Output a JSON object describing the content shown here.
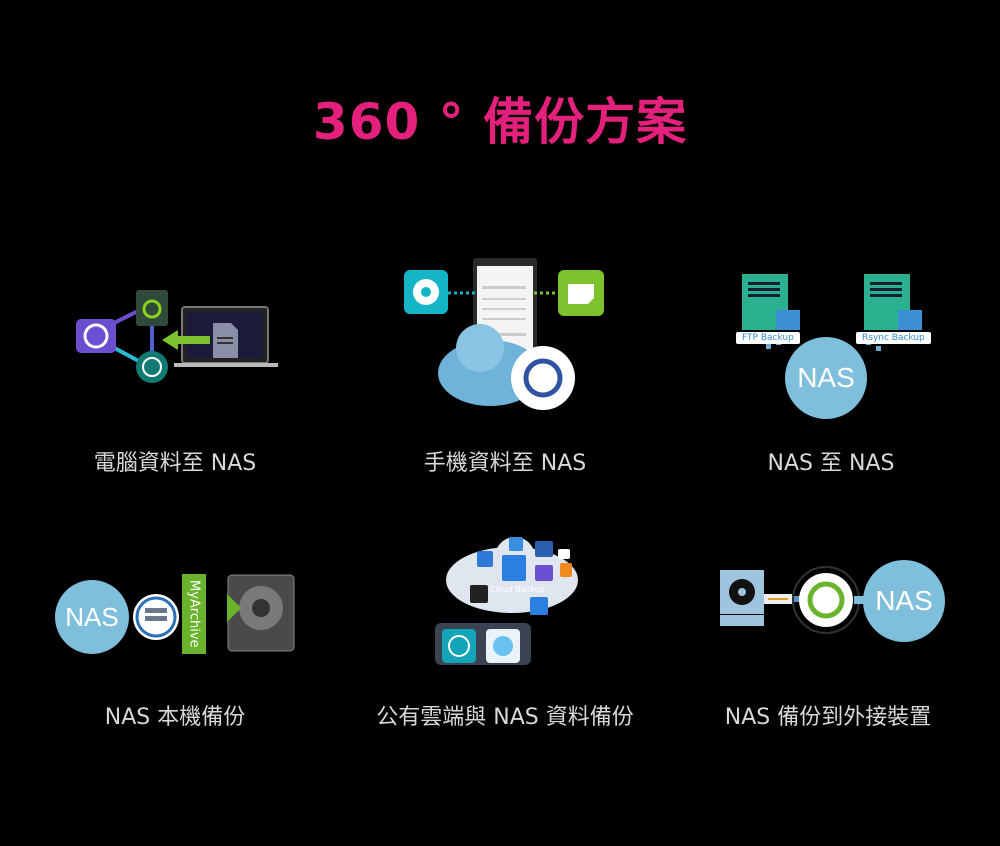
{
  "title": "360 ° 備份方案",
  "solutions": [
    {
      "label": "電腦資料至 NAS"
    },
    {
      "label": "手機資料至 NAS"
    },
    {
      "label": "NAS 至 NAS",
      "tags": [
        "FTP Backup",
        "Rsync Backup"
      ],
      "nas_text": "NAS"
    },
    {
      "label": "NAS 本機備份",
      "nas_text": "NAS",
      "app_name": "MyArchive"
    },
    {
      "label": "公有雲端與 NAS 資料備份",
      "cloud_text": "Cloud Backup"
    },
    {
      "label": "NAS 備份到外接裝置",
      "nas_text": "NAS"
    }
  ],
  "colors": {
    "title": "#e3207b",
    "nas": "#7fbfdc",
    "green": "#6ab42d",
    "purple": "#6a4fd0",
    "teal": "#12a7b8"
  }
}
